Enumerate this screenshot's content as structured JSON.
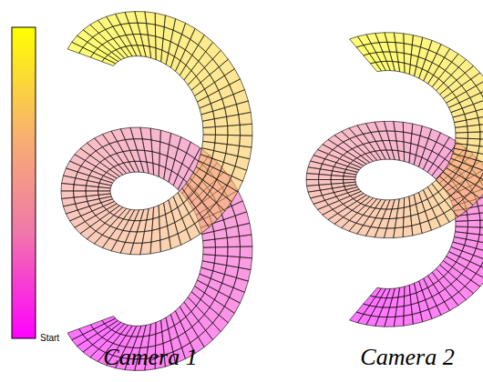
{
  "diagram": {
    "labels": [
      "Start",
      "Camera 1",
      "Camera 2"
    ]
  }
}
